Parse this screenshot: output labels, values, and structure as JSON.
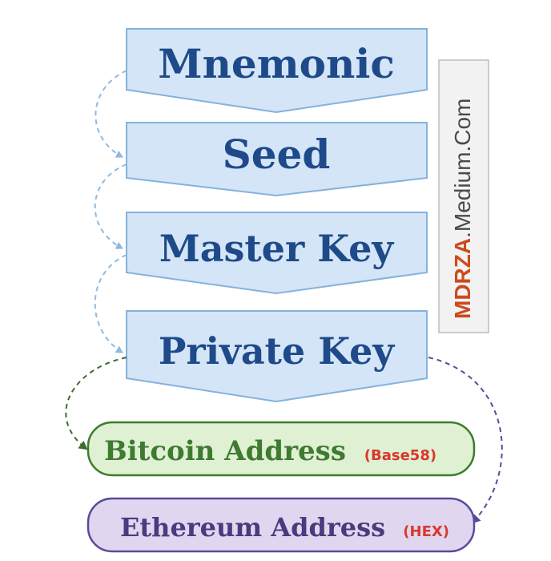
{
  "steps": [
    {
      "label": "Mnemonic"
    },
    {
      "label": "Seed"
    },
    {
      "label": "Master Key"
    },
    {
      "label": "Private Key"
    }
  ],
  "addresses": {
    "bitcoin": {
      "label": "Bitcoin Address",
      "tag": "(Base58)"
    },
    "ethereum": {
      "label": "Ethereum Address",
      "tag": "(HEX)"
    }
  },
  "watermark": {
    "brand": "MDRZA",
    "domain": ".Medium.Com"
  },
  "colors": {
    "step_fill": "#d3e5f6",
    "step_stroke": "#85b2dc",
    "step_text": "#1f4a8a",
    "bitcoin_fill": "#dff0d3",
    "bitcoin_stroke": "#3b7d2c",
    "bitcoin_text": "#3e7a30",
    "ethereum_fill": "#e0d6ef",
    "ethereum_stroke": "#5a4a9a",
    "ethereum_text": "#4a3a7e",
    "tag_red": "#d8382b",
    "watermark_brand": "#cc4a1c",
    "watermark_domain": "#4a4a4a"
  }
}
